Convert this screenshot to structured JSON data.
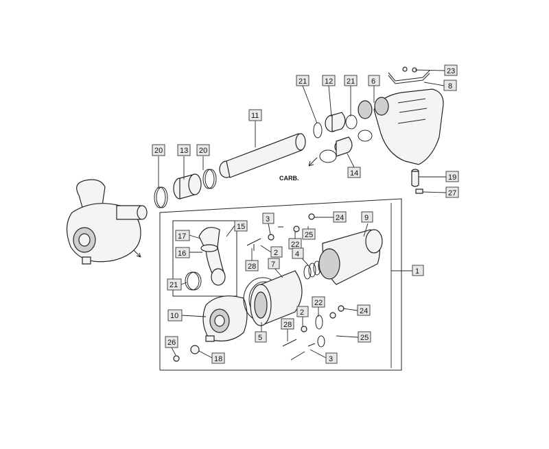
{
  "carb_label": "CARB.",
  "callouts": {
    "c1": "1",
    "c2a": "2",
    "c2b": "2",
    "c3a": "3",
    "c3b": "3",
    "c4": "4",
    "c5": "5",
    "c6": "6",
    "c7": "7",
    "c8": "8",
    "c9": "9",
    "c10": "10",
    "c11": "11",
    "c12": "12",
    "c13": "13",
    "c14": "14",
    "c15": "15",
    "c16": "16",
    "c17": "17",
    "c18": "18",
    "c19": "19",
    "c20a": "20",
    "c20b": "20",
    "c21a": "21",
    "c21b": "21",
    "c21c": "21",
    "c22a": "22",
    "c22b": "22",
    "c23": "23",
    "c24a": "24",
    "c24b": "24",
    "c25a": "25",
    "c25b": "25",
    "c26": "26",
    "c27": "27",
    "c28a": "28",
    "c28b": "28"
  }
}
